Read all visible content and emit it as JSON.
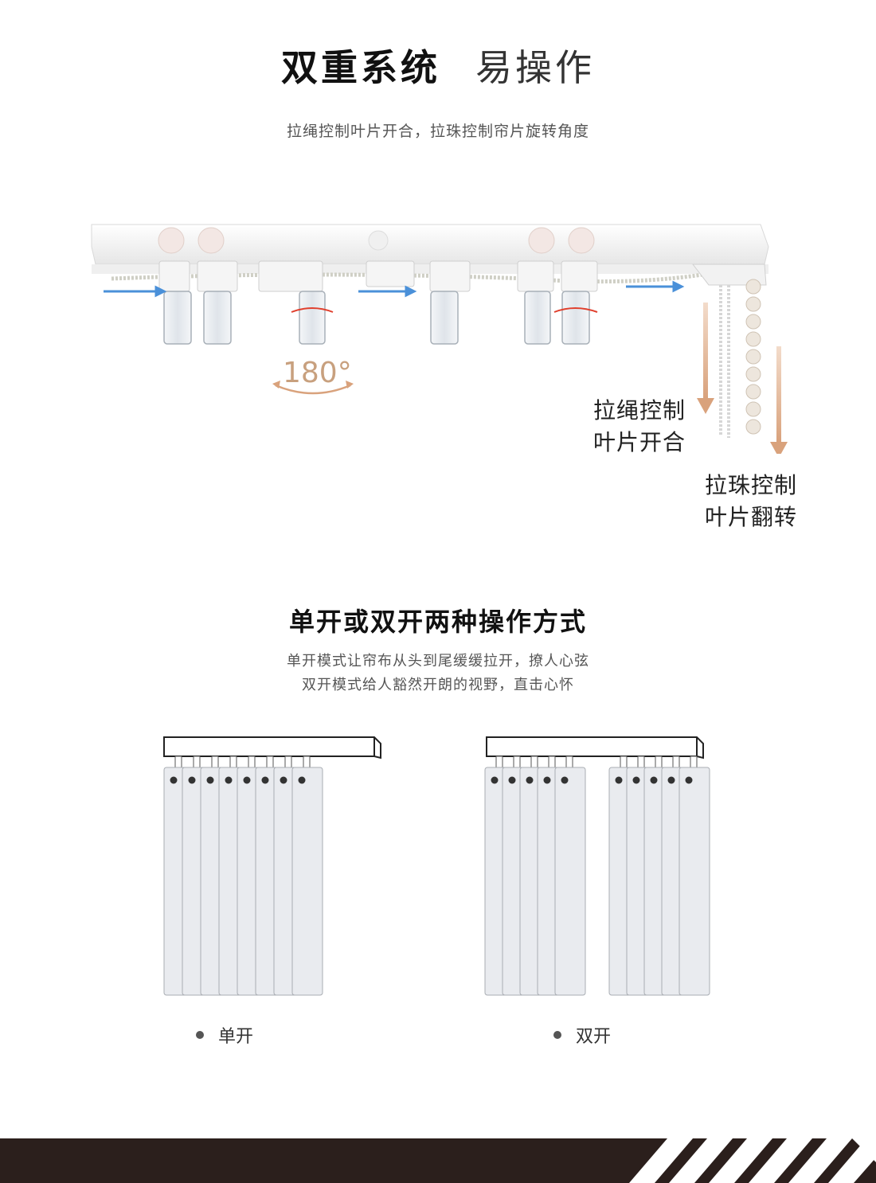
{
  "header": {
    "title_bold": "双重系统",
    "title_light": "易操作",
    "subtitle": "拉绳控制叶片开合，拉珠控制帘片旋转角度"
  },
  "diagram": {
    "rotation_label": "180°",
    "rope_label_line1": "拉绳控制",
    "rope_label_line2": "叶片开合",
    "bead_label_line1": "拉珠控制",
    "bead_label_line2": "叶片翻转",
    "arrow_color": "#4a90d9",
    "accent_color": "#d9a27c"
  },
  "modes": {
    "title": "单开或双开两种操作方式",
    "desc_line1": "单开模式让帘布从头到尾缓缓拉开，撩人心弦",
    "desc_line2": "双开模式给人豁然开朗的视野，直击心怀",
    "single_label": "单开",
    "double_label": "双开"
  },
  "footer": {
    "bar_color": "#2b1f1c"
  }
}
